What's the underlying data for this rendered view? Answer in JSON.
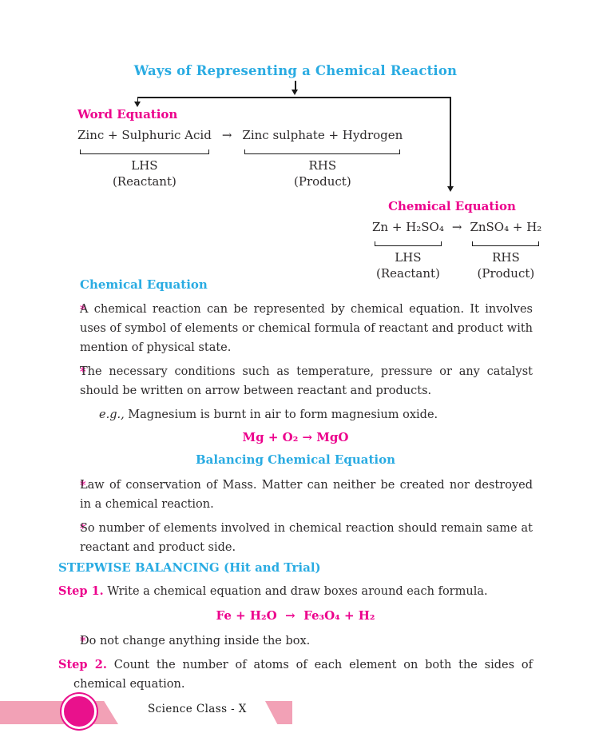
{
  "colors": {
    "cyan": "#29ABE2",
    "magenta": "#EC008C",
    "ink": "#2D2A2B",
    "pink": "#F2A1B6",
    "line": "#1A1A1A"
  },
  "marks": {
    "bullet": "*"
  },
  "title": "Ways of Representing a Chemical Reaction",
  "diagram": {
    "word_branch": {
      "heading": "Word Equation",
      "reactant_phrase": "Zinc + Sulphuric Acid",
      "arrow": "→",
      "product_phrase": "Zinc sulphate + Hydrogen",
      "lhs_label": "LHS",
      "lhs_sublabel": "(Reactant)",
      "rhs_label": "RHS",
      "rhs_sublabel": "(Product)"
    },
    "chemical_branch": {
      "heading": "Chemical Equation",
      "reactant_formula": "Zn + H₂SO₄",
      "arrow": "→",
      "product_formula": "ZnSO₄ + H₂",
      "lhs_label": "LHS",
      "lhs_sublabel": "(Reactant)",
      "rhs_label": "RHS",
      "rhs_sublabel": "(Product)"
    }
  },
  "sections": {
    "chemical_equation": {
      "heading": "Chemical Equation",
      "bullets": [
        "A chemical reaction can be represented by chemical equation. It involves uses of symbol of elements or chemical formula of reactant and product with mention of physical state.",
        "The necessary conditions such as temperature, pressure or any catalyst should be written on arrow between reactant and products."
      ],
      "example": {
        "prefix": "e.g.,",
        "text": " Magnesium is burnt in air to form magnesium oxide.",
        "equation": "Mg + O₂ → MgO"
      }
    },
    "balancing": {
      "heading": "Balancing Chemical Equation",
      "bullets": [
        "Law of conservation of Mass. Matter can neither be created nor destroyed in a chemical reaction.",
        "So number of elements involved in chemical reaction should remain same at reactant and product side."
      ]
    },
    "stepwise": {
      "heading": "STEPWISE BALANCING (Hit and Trial)",
      "steps": [
        {
          "label": "Step 1.",
          "text": " Write a chemical equation and draw boxes around each formula."
        },
        {
          "label": "Step 2.",
          "text": " Count the number of atoms of each element on both the sides of chemical equation."
        }
      ],
      "step1_equation": "Fe + H₂O  →  Fe₃O₄ + H₂",
      "note": "Do not change anything inside the box."
    }
  },
  "footer": {
    "text": "Science Class - X"
  }
}
